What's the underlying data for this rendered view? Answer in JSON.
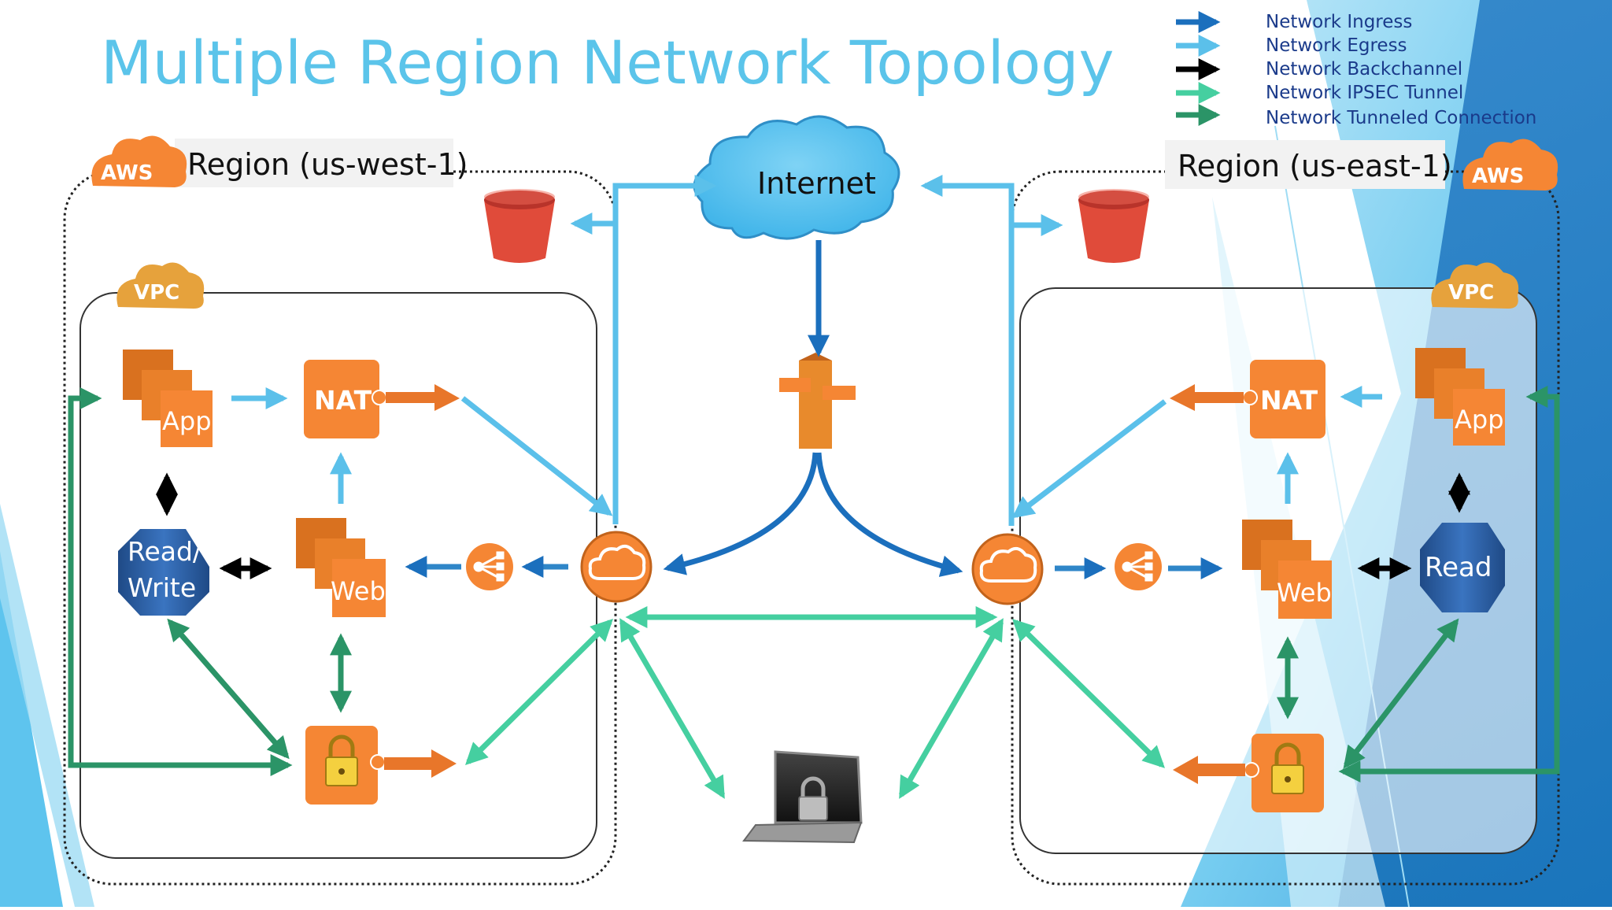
{
  "title": "Multiple Region Network Topology",
  "legend": [
    {
      "label": "Network Ingress",
      "color": "#1b6fbd"
    },
    {
      "label": "Network Egress",
      "color": "#5bc0ea"
    },
    {
      "label": "Network Backchannel",
      "color": "#000000"
    },
    {
      "label": "Network IPSEC Tunnel",
      "color": "#45cfa0"
    },
    {
      "label": "Network Tunneled Connection",
      "color": "#2b9467"
    }
  ],
  "regions": {
    "west": {
      "label": "Region (us-west-1)",
      "aws": "AWS",
      "vpc": "VPC"
    },
    "east": {
      "label": "Region (us-east-1)",
      "aws": "AWS",
      "vpc": "VPC"
    }
  },
  "internet": "Internet",
  "west_nodes": {
    "app": "App",
    "nat": "NAT",
    "web": "Web",
    "db_line1": "Read/",
    "db_line2": "Write"
  },
  "east_nodes": {
    "app": "App",
    "nat": "NAT",
    "web": "Web",
    "db": "Read"
  },
  "colors": {
    "title": "#5bc4ea",
    "orange": "#f58634",
    "orange_dark": "#c2631b",
    "ingress": "#1b6fbd",
    "egress": "#5bc0ea",
    "ipsec": "#45cfa0",
    "tunneled": "#2b9467",
    "bucket": "#e04b3a",
    "db_blue": "#2c5fa3",
    "aws_badge": "#f58634",
    "vpc_badge": "#e6a23c"
  }
}
